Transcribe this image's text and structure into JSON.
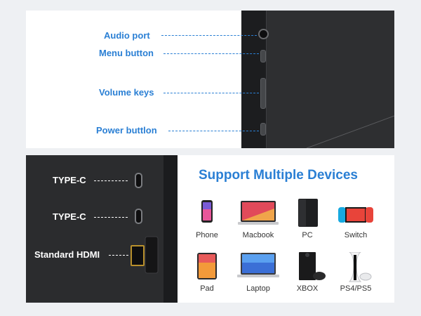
{
  "top_panel": {
    "callouts": [
      {
        "label": "Audio port"
      },
      {
        "label": "Menu button"
      },
      {
        "label": "Volume keys"
      },
      {
        "label": "Power buttlon"
      }
    ]
  },
  "bottom_panel": {
    "ports": [
      {
        "label": "TYPE-C"
      },
      {
        "label": "TYPE-C"
      },
      {
        "label": "Standard HDMI"
      }
    ],
    "title": "Support Multiple Devices",
    "devices": [
      {
        "label": "Phone",
        "icon": "phone-icon"
      },
      {
        "label": "Macbook",
        "icon": "macbook-icon"
      },
      {
        "label": "PC",
        "icon": "pc-tower-icon"
      },
      {
        "label": "Switch",
        "icon": "switch-console-icon"
      },
      {
        "label": "Pad",
        "icon": "tablet-icon"
      },
      {
        "label": "Laptop",
        "icon": "laptop-icon"
      },
      {
        "label": "XBOX",
        "icon": "xbox-console-icon"
      },
      {
        "label": "PS4/PS5",
        "icon": "playstation-console-icon"
      }
    ]
  },
  "colors": {
    "accent_blue": "#2a7fd4",
    "monitor_dark": "#2e2f31",
    "background": "#eef0f3"
  }
}
